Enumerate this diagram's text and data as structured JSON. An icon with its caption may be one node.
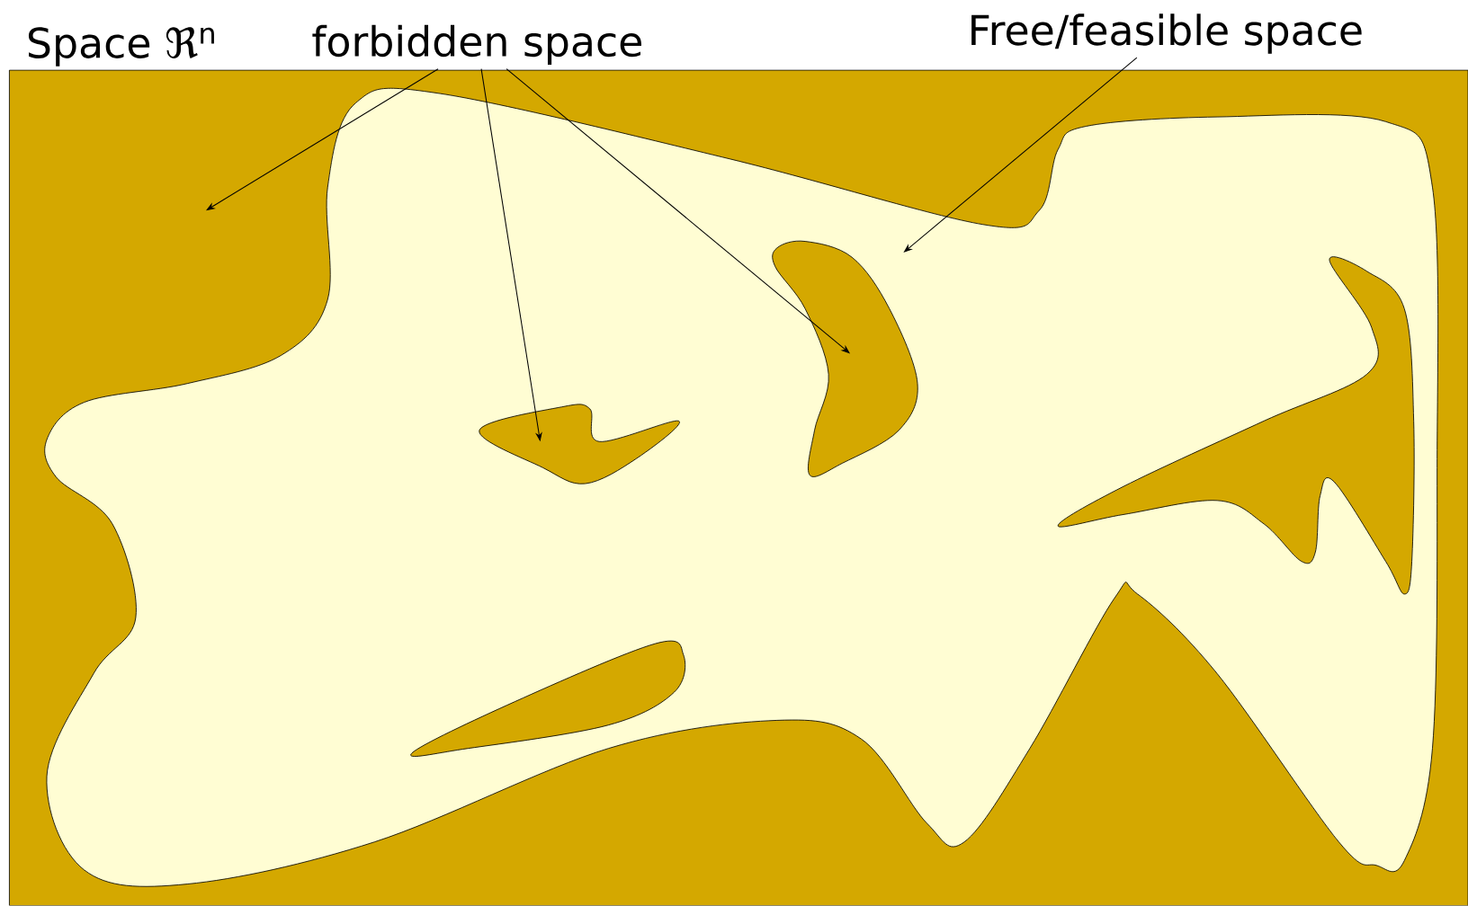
{
  "diagram": {
    "nodes": [
      {
        "text": [
          "forbidden space"
        ]
      },
      {
        "text": [
          "Free/feasible space"
        ]
      },
      {
        "text": [],
        "shape": "blob"
      },
      {
        "text": [],
        "shape": "blob"
      },
      {
        "text": [],
        "shape": "blob"
      },
      {
        "text": [],
        "shape": "blob"
      }
    ],
    "edges": [
      {
        "from": 0,
        "to": null,
        "arrow": "to"
      },
      {
        "from": 0,
        "to": 3,
        "arrow": "to"
      },
      {
        "from": 0,
        "to": 4,
        "arrow": "to"
      },
      {
        "from": 1,
        "to": null,
        "arrow": "to"
      }
    ],
    "labels": [
      "Space ℜ$^{n}$"
    ]
  }
}
